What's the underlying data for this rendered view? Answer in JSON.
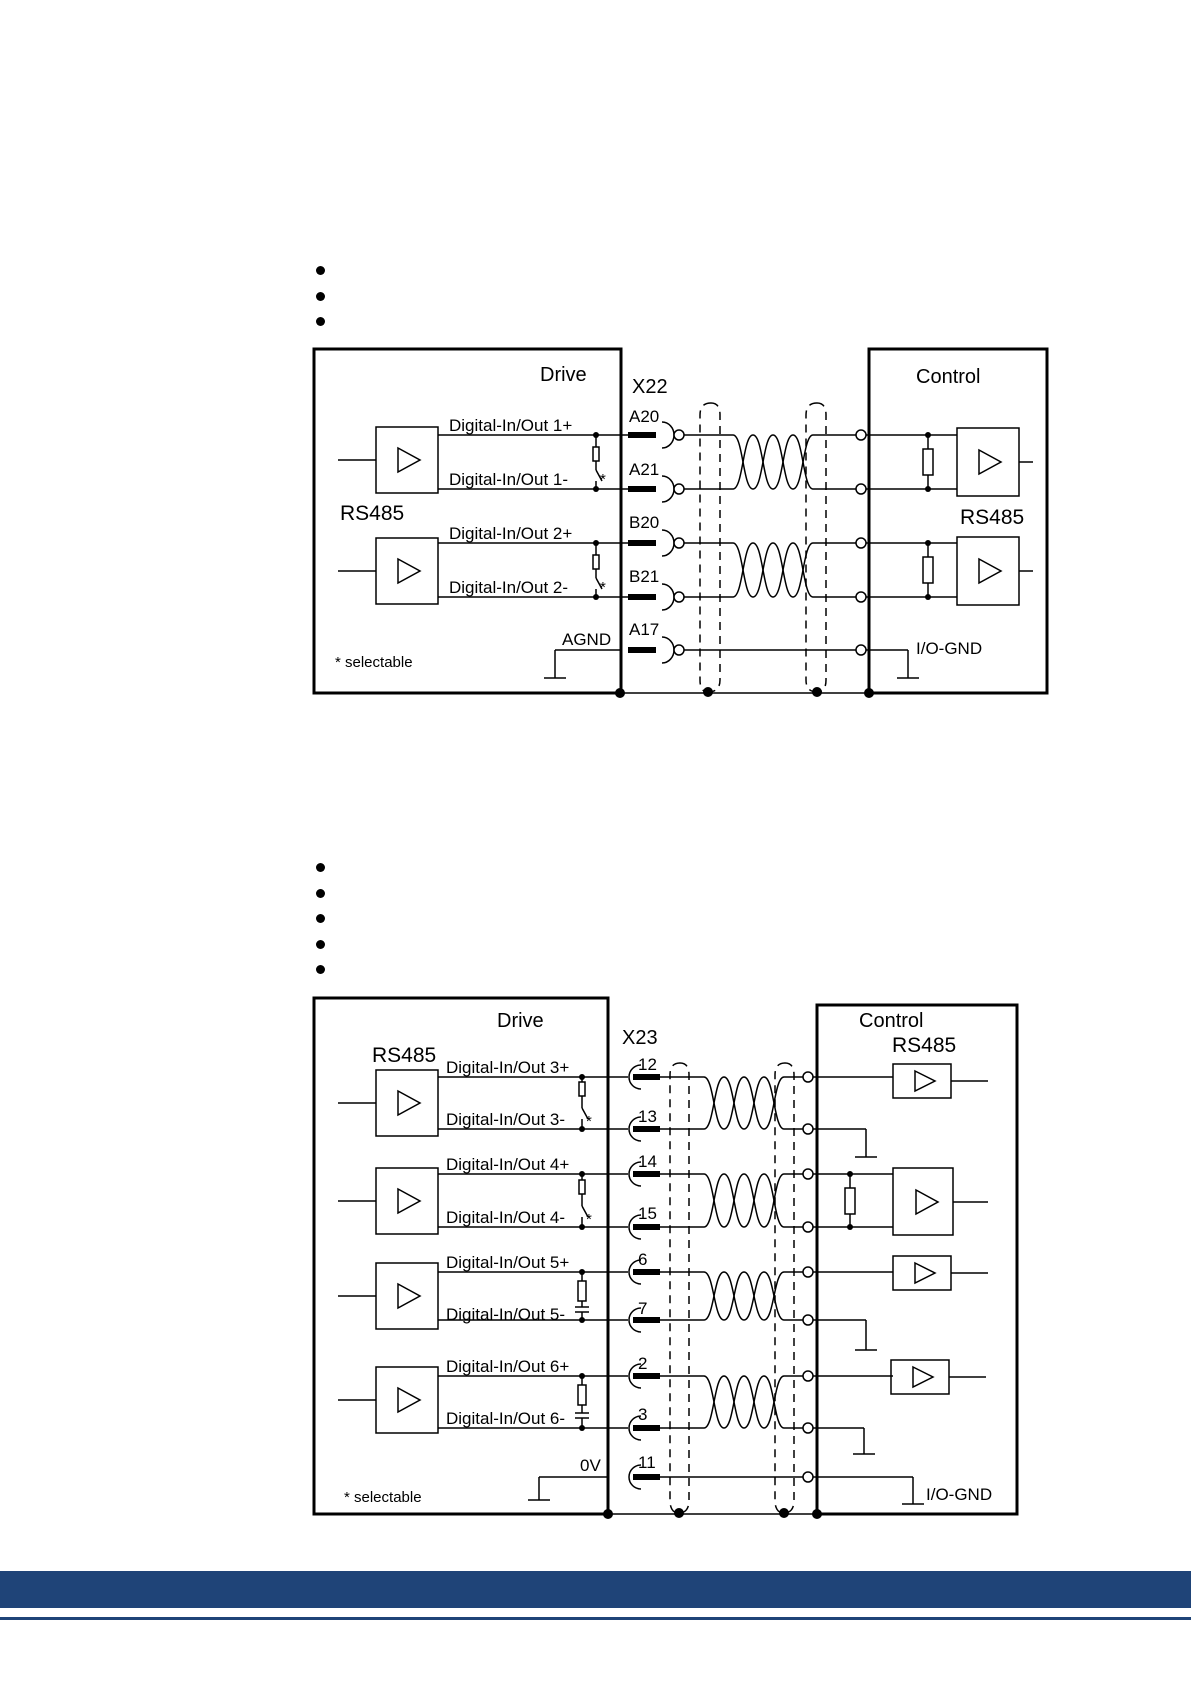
{
  "diagram1": {
    "drive_label": "Drive",
    "control_label": "Control",
    "connector": "X22",
    "rs485_left": "RS485",
    "rs485_right": "RS485",
    "signals": [
      "Digital-In/Out 1+",
      "Digital-In/Out 1-",
      "Digital-In/Out 2+",
      "Digital-In/Out 2-"
    ],
    "pins": [
      "A20",
      "A21",
      "B20",
      "B21",
      "A17"
    ],
    "agnd": "AGND",
    "io_gnd": "I/O-GND",
    "selectable": "* selectable",
    "star": "*"
  },
  "diagram2": {
    "drive_label": "Drive",
    "control_label": "Control",
    "connector": "X23",
    "rs485_left": "RS485",
    "rs485_right": "RS485",
    "signals": [
      "Digital-In/Out 3+",
      "Digital-In/Out 3-",
      "Digital-In/Out 4+",
      "Digital-In/Out 4-",
      "Digital-In/Out 5+",
      "Digital-In/Out 5-",
      "Digital-In/Out 6+",
      "Digital-In/Out 6-"
    ],
    "pins": [
      "12",
      "13",
      "14",
      "15",
      "6",
      "7",
      "2",
      "3",
      "11"
    ],
    "zero_v": "0V",
    "io_gnd": "I/O-GND",
    "selectable": "* selectable",
    "star": "*"
  },
  "colors": {
    "footer": "#1f4478"
  }
}
